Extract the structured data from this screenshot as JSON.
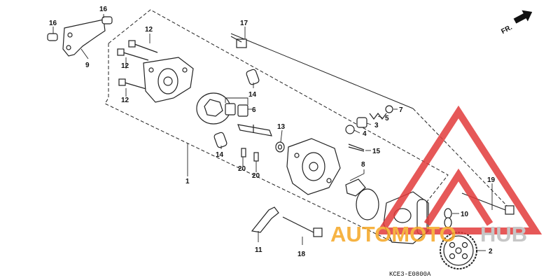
{
  "diagram": {
    "direction_label": "FR.",
    "code": "KCE3-E0800A",
    "callouts": [
      {
        "id": "c16a",
        "text": "16"
      },
      {
        "id": "c16b",
        "text": "16"
      },
      {
        "id": "c9",
        "text": "9"
      },
      {
        "id": "c12a",
        "text": "12"
      },
      {
        "id": "c12b",
        "text": "12"
      },
      {
        "id": "c12c",
        "text": "12"
      },
      {
        "id": "c17",
        "text": "17"
      },
      {
        "id": "c14a",
        "text": "14"
      },
      {
        "id": "c6",
        "text": "6"
      },
      {
        "id": "c14b",
        "text": "14"
      },
      {
        "id": "c13",
        "text": "13"
      },
      {
        "id": "c20a",
        "text": "20"
      },
      {
        "id": "c20b",
        "text": "20"
      },
      {
        "id": "c1",
        "text": "1"
      },
      {
        "id": "c7",
        "text": "7"
      },
      {
        "id": "c5",
        "text": "5"
      },
      {
        "id": "c3",
        "text": "3"
      },
      {
        "id": "c4",
        "text": "4"
      },
      {
        "id": "c15",
        "text": "15"
      },
      {
        "id": "c8",
        "text": "8"
      },
      {
        "id": "c19",
        "text": "19"
      },
      {
        "id": "c10",
        "text": "10"
      },
      {
        "id": "c2",
        "text": "2"
      },
      {
        "id": "c11",
        "text": "11"
      },
      {
        "id": "c18",
        "text": "18"
      }
    ]
  },
  "watermark": {
    "text_orange": "AUTOMOTO",
    "text_gray": "HUB",
    "color_red": "#e23b3b",
    "color_orange": "#f5a623",
    "color_gray": "#bdbdbd"
  }
}
